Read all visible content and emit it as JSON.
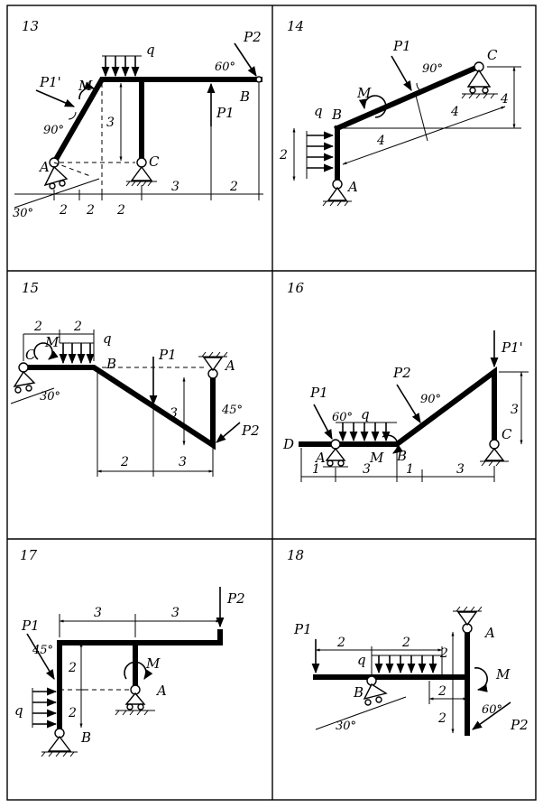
{
  "panels": [
    {
      "number": "13",
      "labels": {
        "A": "A",
        "B": "B",
        "C": "C",
        "M": "M",
        "q": "q",
        "P1p": "P1'",
        "P1": "P1",
        "P2": "P2"
      },
      "angles": [
        "90°",
        "60°",
        "30°"
      ],
      "dims": [
        "2",
        "2",
        "2",
        "3",
        "2",
        "3"
      ]
    },
    {
      "number": "14",
      "labels": {
        "A": "A",
        "B": "B",
        "C": "C",
        "M": "M",
        "q": "q",
        "P1": "P1"
      },
      "angles": [
        "90°"
      ],
      "dims": [
        "2",
        "4",
        "4",
        "4"
      ]
    },
    {
      "number": "15",
      "labels": {
        "A": "A",
        "B": "B",
        "C": "C",
        "M": "M",
        "q": "q",
        "P1": "P1",
        "P2": "P2"
      },
      "angles": [
        "30°",
        "45°"
      ],
      "dims": [
        "2",
        "2",
        "3",
        "2",
        "3"
      ]
    },
    {
      "number": "16",
      "labels": {
        "A": "A",
        "B": "B",
        "C": "C",
        "D": "D",
        "M": "M",
        "q": "q",
        "P1": "P1",
        "P2": "P2",
        "P1p": "P1'"
      },
      "angles": [
        "60°",
        "90°"
      ],
      "dims": [
        "1",
        "3",
        "1",
        "3",
        "3"
      ]
    },
    {
      "number": "17",
      "labels": {
        "A": "A",
        "B": "B",
        "M": "M",
        "q": "q",
        "P1": "P1",
        "P2": "P2"
      },
      "angles": [
        "45°"
      ],
      "dims": [
        "3",
        "3",
        "2",
        "2"
      ]
    },
    {
      "number": "18",
      "labels": {
        "A": "A",
        "B": "B",
        "M": "M",
        "q": "q",
        "P1": "P1",
        "P2": "P2"
      },
      "angles": [
        "60°",
        "30°"
      ],
      "dims": [
        "2",
        "2",
        "2",
        "2",
        "2"
      ]
    }
  ]
}
